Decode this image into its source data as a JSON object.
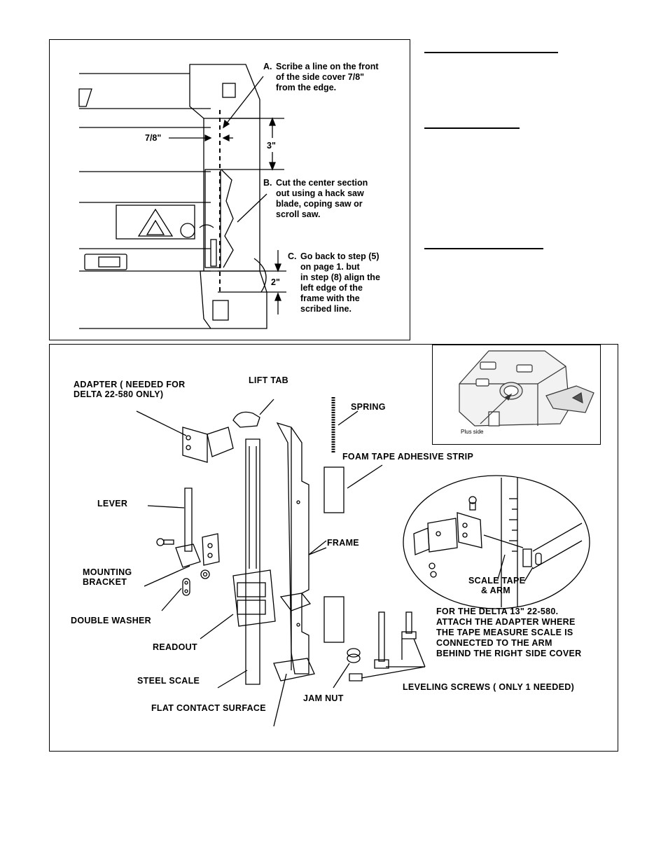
{
  "top_panel": {
    "step_a": {
      "letter": "A.",
      "lines": [
        "Scribe a line on the front",
        "of the side cover 7/8\"",
        "from the edge."
      ]
    },
    "step_b": {
      "letter": "B.",
      "lines": [
        "Cut the center section",
        "out using a hack saw",
        "blade, coping saw or",
        "scroll saw."
      ]
    },
    "step_c": {
      "letter": "C.",
      "lines": [
        "Go back to step (5)",
        "on page 1.  but",
        "in step (8) align the",
        "left edge of the",
        "frame with the",
        "scribed line."
      ]
    },
    "dim_seven_eighths": "7/8\"",
    "dim_three": "3\"",
    "dim_two": "2\""
  },
  "bottom_panel": {
    "labels": {
      "adapter": [
        "ADAPTER ( NEEDED FOR",
        "DELTA 22-580 ONLY)"
      ],
      "lift_tab": "LIFT TAB",
      "spring": "SPRING",
      "foam_tape": "FOAM TAPE ADHESIVE STRIP",
      "lever": "LEVER",
      "frame": "FRAME",
      "mounting_bracket": [
        "MOUNTING",
        "BRACKET"
      ],
      "double_washer": "DOUBLE WASHER",
      "readout": "READOUT",
      "steel_scale": "STEEL SCALE",
      "flat_contact": "FLAT CONTACT SURFACE",
      "jam_nut": "JAM NUT",
      "leveling_screws": "LEVELING SCREWS ( ONLY 1 NEEDED)",
      "scale_tape": [
        "SCALE TAPE",
        "& ARM"
      ],
      "delta_note": [
        "FOR THE DELTA 13\" 22-580.",
        "ATTACH THE ADAPTER WHERE",
        "THE TAPE MEASURE SCALE IS",
        "CONNECTED TO THE ARM",
        "BEHIND THE RIGHT SIDE COVER"
      ]
    },
    "inset": {
      "caption": "Plus side"
    }
  }
}
